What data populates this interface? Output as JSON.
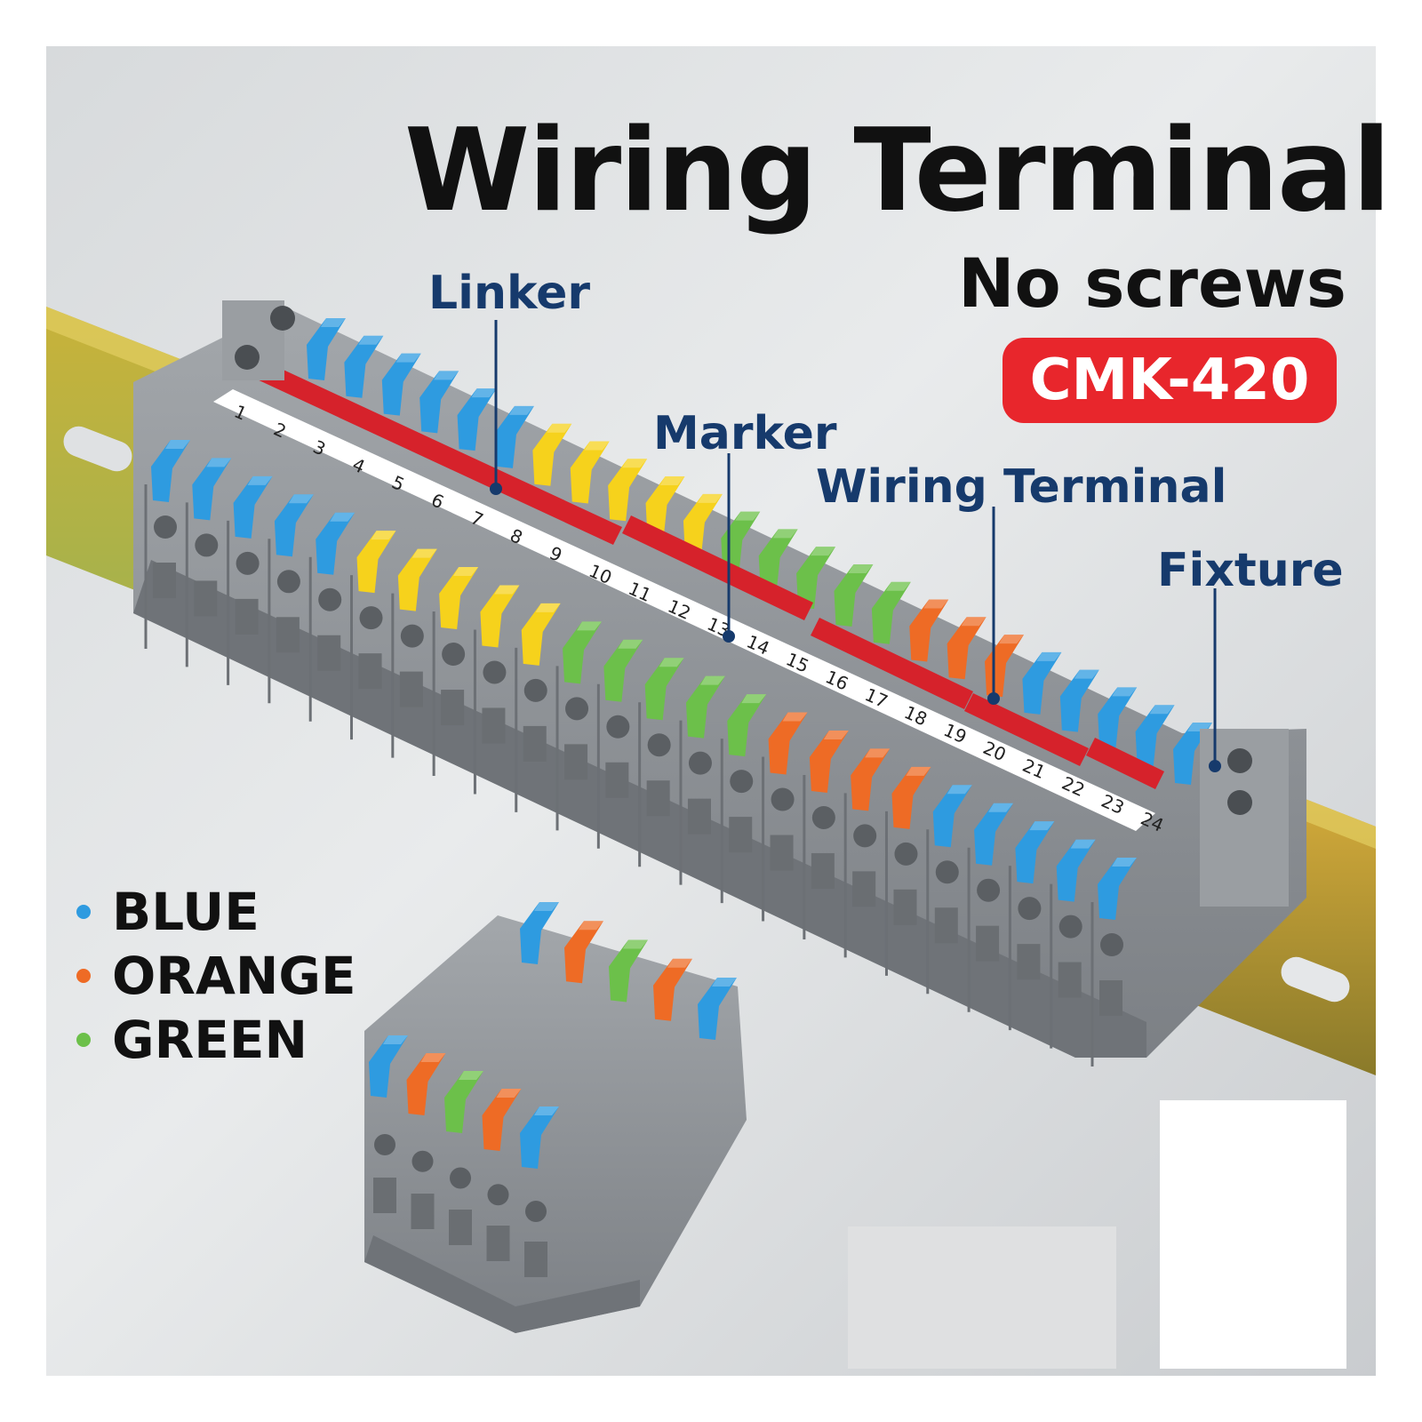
{
  "title": "Wiring Terminal",
  "subtitle": "No screws",
  "model_badge": "CMK-420",
  "callouts": {
    "linker": "Linker",
    "marker": "Marker",
    "wiring_terminal": "Wiring Terminal",
    "fixture": "Fixture"
  },
  "legend": [
    {
      "label": "BLUE",
      "color": "#2e9be0"
    },
    {
      "label": "ORANGE",
      "color": "#ee6b25"
    },
    {
      "label": "GREEN",
      "color": "#6cc04a"
    }
  ],
  "marker_numbers": [
    "1",
    "2",
    "3",
    "4",
    "5",
    "6",
    "7",
    "8",
    "9",
    "10",
    "11",
    "12",
    "13",
    "14",
    "15",
    "16",
    "17",
    "18",
    "19",
    "20",
    "21",
    "22",
    "23",
    "24"
  ],
  "colors": {
    "blue": "#2e9be0",
    "yellow": "#f6d21c",
    "green": "#6cc04a",
    "orange": "#ee6b25",
    "red": "#e8262c",
    "housing": "#8f9397",
    "text_dark": "#111111",
    "callout": "#163a6c"
  }
}
